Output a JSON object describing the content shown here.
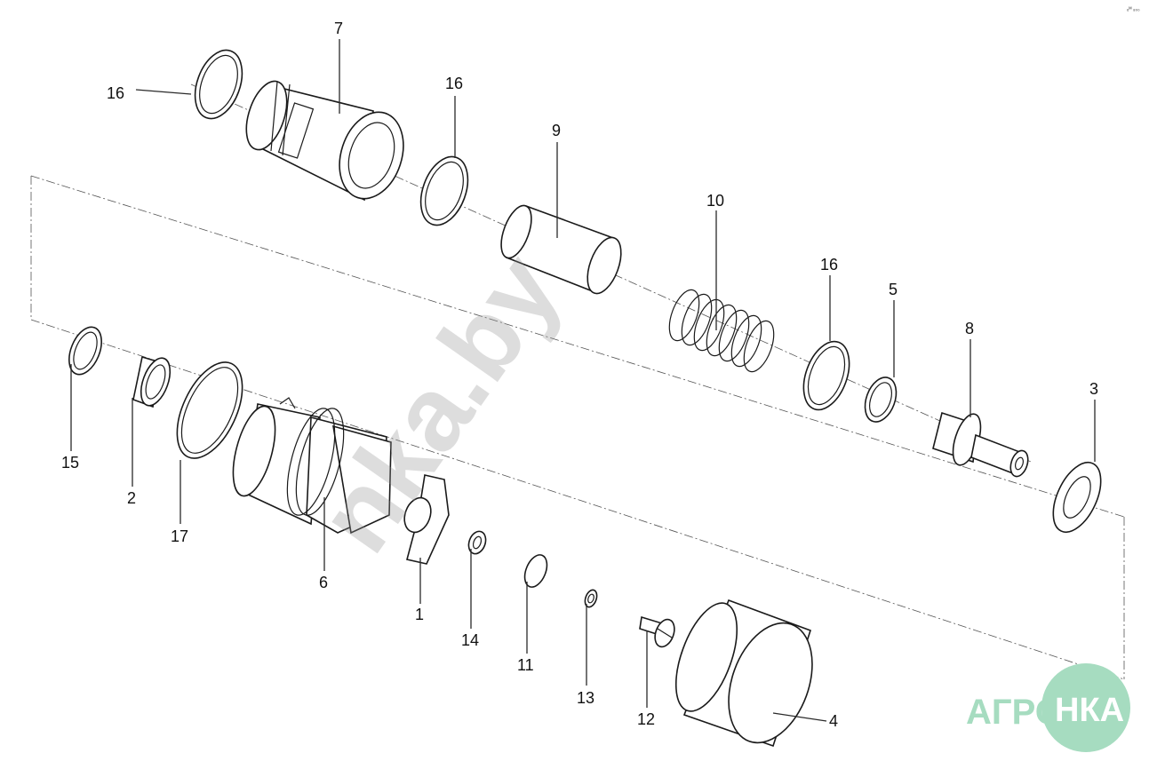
{
  "watermark": {
    "text": "nka.by"
  },
  "logo": {
    "text": "АГРО",
    "badge": "НКА",
    "colors": {
      "text": "#a6dcc0",
      "badge": "#a6dcc0"
    }
  },
  "corner_mark": "₆ᴹ ₈₀₀",
  "callouts": {
    "p1": "1",
    "p2": "2",
    "p3": "3",
    "p4": "4",
    "p5": "5",
    "p6": "6",
    "p7": "7",
    "p8": "8",
    "p9": "9",
    "p10": "10",
    "p11": "11",
    "p12": "12",
    "p13": "13",
    "p14": "14",
    "p15": "15",
    "p16a": "16",
    "p16b": "16",
    "p16c": "16",
    "p17": "17"
  }
}
